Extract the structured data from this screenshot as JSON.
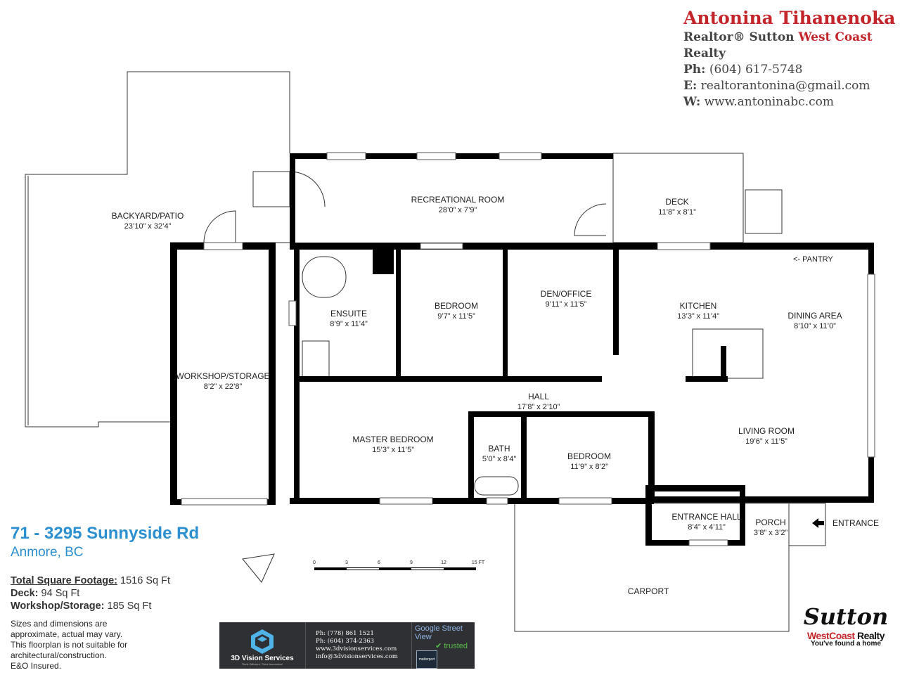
{
  "agent": {
    "name": "Antonina Tihanenoka",
    "title_prefix": "Realtor® Sutton ",
    "title_brand": "West Coast",
    "title_suffix": " Realty",
    "phone_label": "Ph:",
    "phone": "(604) 617-5748",
    "email_label": "E:",
    "email": "realtorantonina@gmail.com",
    "web_label": "W:",
    "web": "www.antoninabc.com"
  },
  "property": {
    "street": "71 - 3295 Sunnyside Rd",
    "city": "Anmore, BC"
  },
  "stats": [
    {
      "label": "Total Square Footage:",
      "value": "1516 Sq Ft"
    },
    {
      "label": "Deck:",
      "value": "94 Sq Ft"
    },
    {
      "label": "Workshop/Storage:",
      "value": "185 Sq Ft"
    }
  ],
  "disclaimer": [
    "Sizes and dimensions are",
    "approximate, actual may vary.",
    "This floorplan is not suitable for",
    "architectural/construction.",
    "E&O Insured."
  ],
  "rooms": [
    {
      "name": "BACKYARD/PATIO",
      "dim": "23’10” x 32’4”"
    },
    {
      "name": "RECREATIONAL ROOM",
      "dim": "28’0” x 7’9”"
    },
    {
      "name": "DECK",
      "dim": "11’8” x 8’1”"
    },
    {
      "name": "WORKSHOP/STORAGE",
      "dim": "8’2” x 22’8”"
    },
    {
      "name": "ENSUITE",
      "dim": "8’9” x 11’4”"
    },
    {
      "name": "BEDROOM",
      "dim": "9’7” x 11’5”"
    },
    {
      "name": "DEN/OFFICE",
      "dim": "9’11” x 11’5”"
    },
    {
      "name": "KITCHEN",
      "dim": "13’3” x 11’4”"
    },
    {
      "name": "DINING AREA",
      "dim": "8’10” x 11’0”"
    },
    {
      "name": "HALL",
      "dim": "17’8” x 2’10”"
    },
    {
      "name": "MASTER BEDROOM",
      "dim": "15’3” x 11’5”"
    },
    {
      "name": "BATH",
      "dim": "5’0” x 8’4”"
    },
    {
      "name": "BEDROOM",
      "dim": "11’9” x 8’2”"
    },
    {
      "name": "LIVING ROOM",
      "dim": "19’6” x 11’5”"
    },
    {
      "name": "ENTRANCE HALL",
      "dim": "8’4” x 4’11”"
    },
    {
      "name": "PORCH",
      "dim": "3’8” x 3’2”"
    },
    {
      "name": "CARPORT",
      "dim": ""
    }
  ],
  "pantry_label": "<- PANTRY",
  "entrance_label": "ENTRANCE",
  "scale": {
    "ticks": [
      "0",
      "3",
      "6",
      "9",
      "12",
      "15 FT"
    ]
  },
  "vendor": {
    "name": "3D Vision Services",
    "slogan": "Think Different. Think Immersive!",
    "phone1": "Ph: (778) 861 1521",
    "phone2": "Ph: (604) 374-2363",
    "web": "www.3dvisionservices.com",
    "email": "info@3dvisionservices.com",
    "badge1": "Google Street View",
    "badge2": "trusted",
    "badge3": "matterport"
  },
  "brokerage": {
    "logo": "Sutton",
    "brand_red": "WestCoast",
    "brand_black": " Realty",
    "tagline": "You've found a home"
  },
  "colors": {
    "accent_red": "#c3252b",
    "address_blue": "#2b8fd0",
    "wall": "#000000"
  }
}
